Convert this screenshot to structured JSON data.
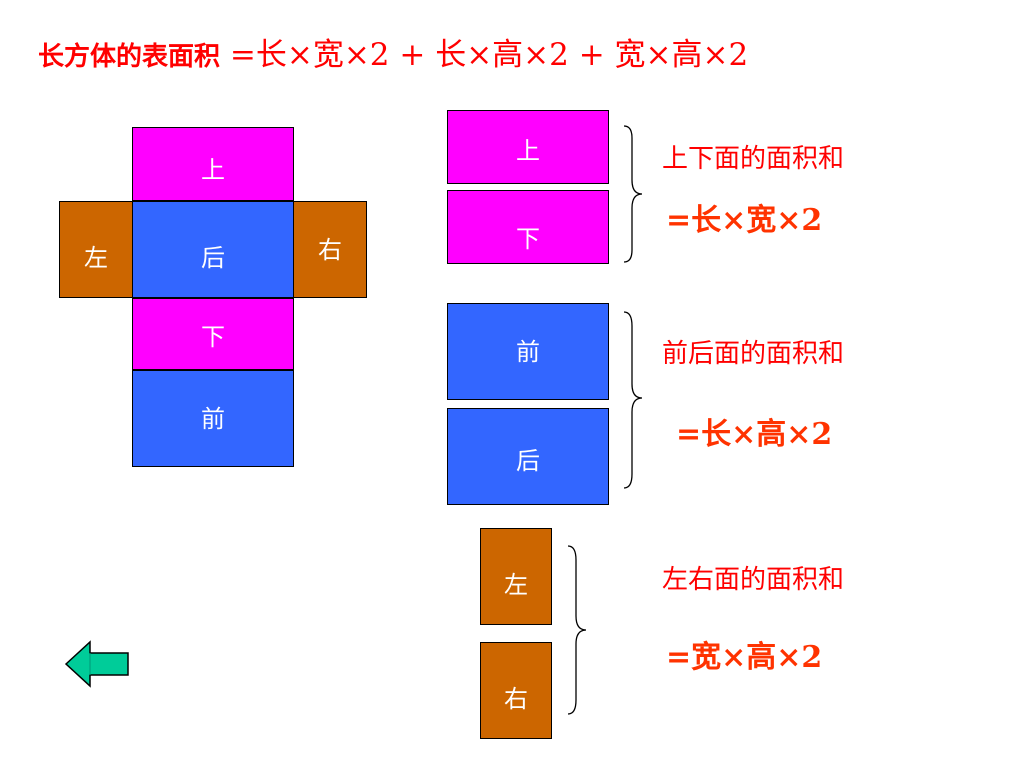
{
  "title": {
    "lead": "长方体的表面积",
    "formula": " =长×宽×2 + 长×高×2 + 宽×高×2"
  },
  "net": {
    "top": "上",
    "left": "左",
    "back": "后",
    "right": "右",
    "bottom": "下",
    "front": "前"
  },
  "pairs": [
    {
      "faces": [
        "上",
        "下"
      ],
      "label": "上下面的面积和",
      "formula": "=长×宽×2"
    },
    {
      "faces": [
        "前",
        "后"
      ],
      "label": "前后面的面积和",
      "formula": "=长×高×2"
    },
    {
      "faces": [
        "左",
        "右"
      ],
      "label": "左右面的面积和",
      "formula": "=宽×高×2"
    }
  ],
  "colors": {
    "top_bottom": "#ff00ff",
    "front_back": "#3366ff",
    "left_right": "#cc6600",
    "text_red": "#ff0000",
    "arrow_fill": "#00cc99"
  },
  "nav": {
    "back_icon": "left-arrow-icon"
  }
}
